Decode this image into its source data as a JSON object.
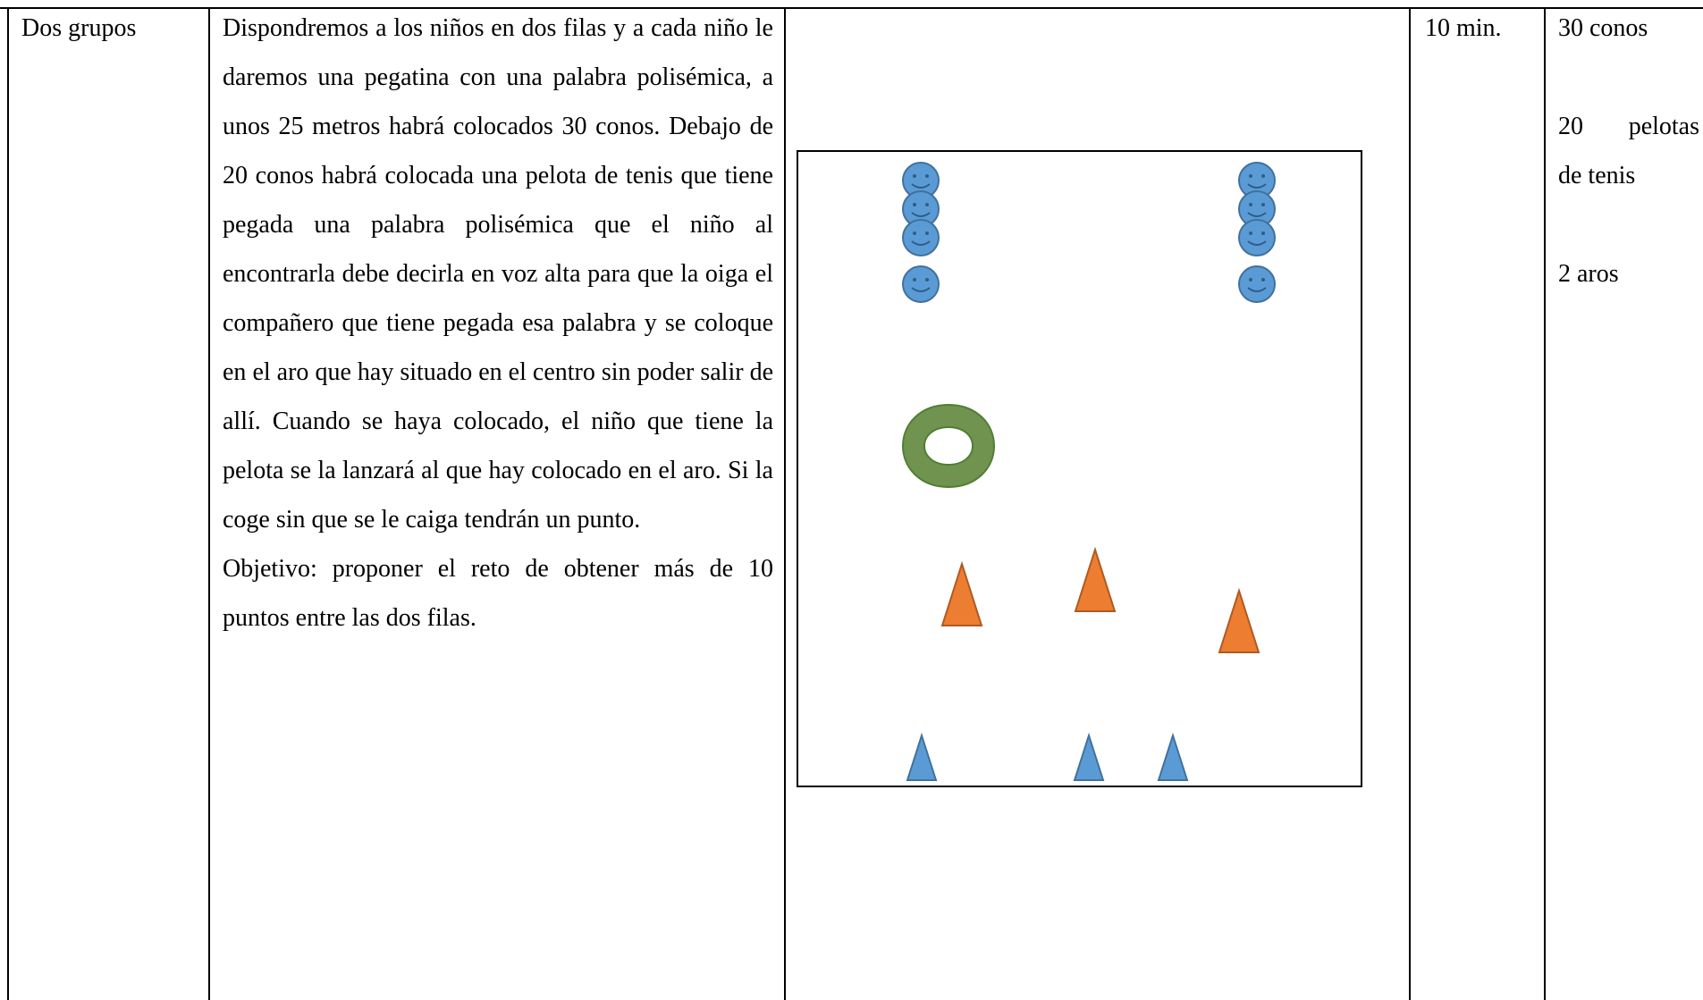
{
  "table": {
    "group_cell": "Dos grupos",
    "description": [
      "Dispondremos a los niños en dos filas y a cada niño le daremos una pegatina con una palabra polisémica, a unos 25 metros habrá colocados 30 conos. Debajo de 20 conos habrá colocada una pelota de tenis que tiene pegada una palabra polisémica que el niño al encontrarla debe decirla en voz alta para que la oiga el compañero que tiene pegada esa palabra y se coloque en el aro que hay situado en el centro sin poder salir de allí. Cuando se haya colocado, el niño que tiene la pelota se la lanzará al que hay colocado en el aro. Si la coge sin que se le caiga tendrán un punto.",
      "Objetivo: proponer el reto de obtener más de 10 puntos entre las dos filas."
    ],
    "time_cell": "10 min.",
    "materials": {
      "cones": "30 conos",
      "balls_count": "20",
      "balls_word": "pelotas",
      "balls_rest": "de tenis",
      "hoops": "2 aros"
    }
  },
  "diagram": {
    "colors": {
      "smiley_fill": "#5b9bd5",
      "smiley_stroke": "#41719c",
      "hoop_fill": "#70934f",
      "hoop_stroke": "#507e32",
      "cone_orange_fill": "#ed7d31",
      "cone_orange_stroke": "#ae5a21",
      "cone_blue_fill": "#5b9bd5",
      "cone_blue_stroke": "#41719c"
    }
  }
}
